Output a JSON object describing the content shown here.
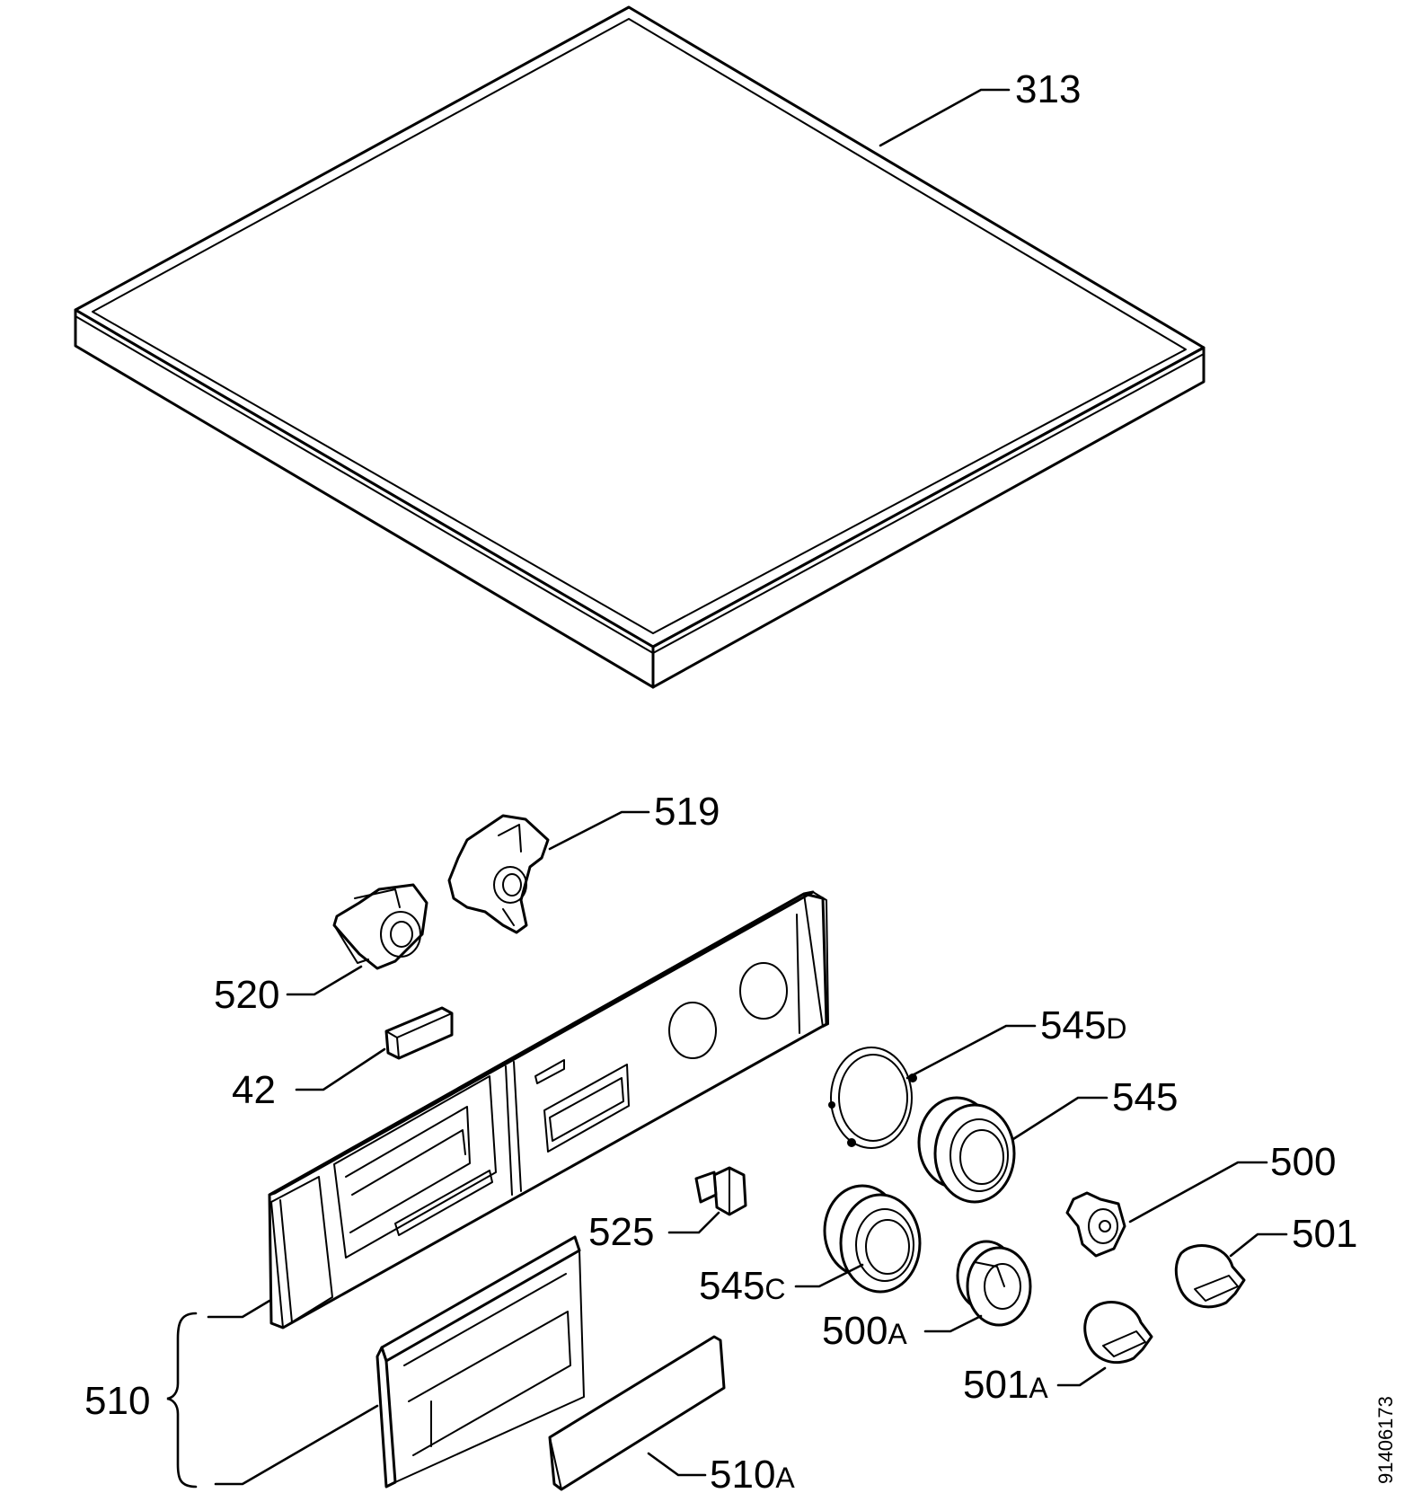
{
  "diagram": {
    "document_number": "91406173",
    "parts": [
      {
        "id": "313",
        "label": "313"
      },
      {
        "id": "519",
        "label": "519"
      },
      {
        "id": "520",
        "label": "520"
      },
      {
        "id": "42",
        "label": "42"
      },
      {
        "id": "545D",
        "label": "545",
        "suffix": "D"
      },
      {
        "id": "545",
        "label": "545"
      },
      {
        "id": "500",
        "label": "500"
      },
      {
        "id": "501",
        "label": "501"
      },
      {
        "id": "525",
        "label": "525"
      },
      {
        "id": "545C",
        "label": "545",
        "suffix": "C"
      },
      {
        "id": "500A",
        "label": "500",
        "suffix": "A"
      },
      {
        "id": "501A",
        "label": "501",
        "suffix": "A"
      },
      {
        "id": "510",
        "label": "510"
      },
      {
        "id": "510A",
        "label": "510",
        "suffix": "A"
      }
    ]
  }
}
